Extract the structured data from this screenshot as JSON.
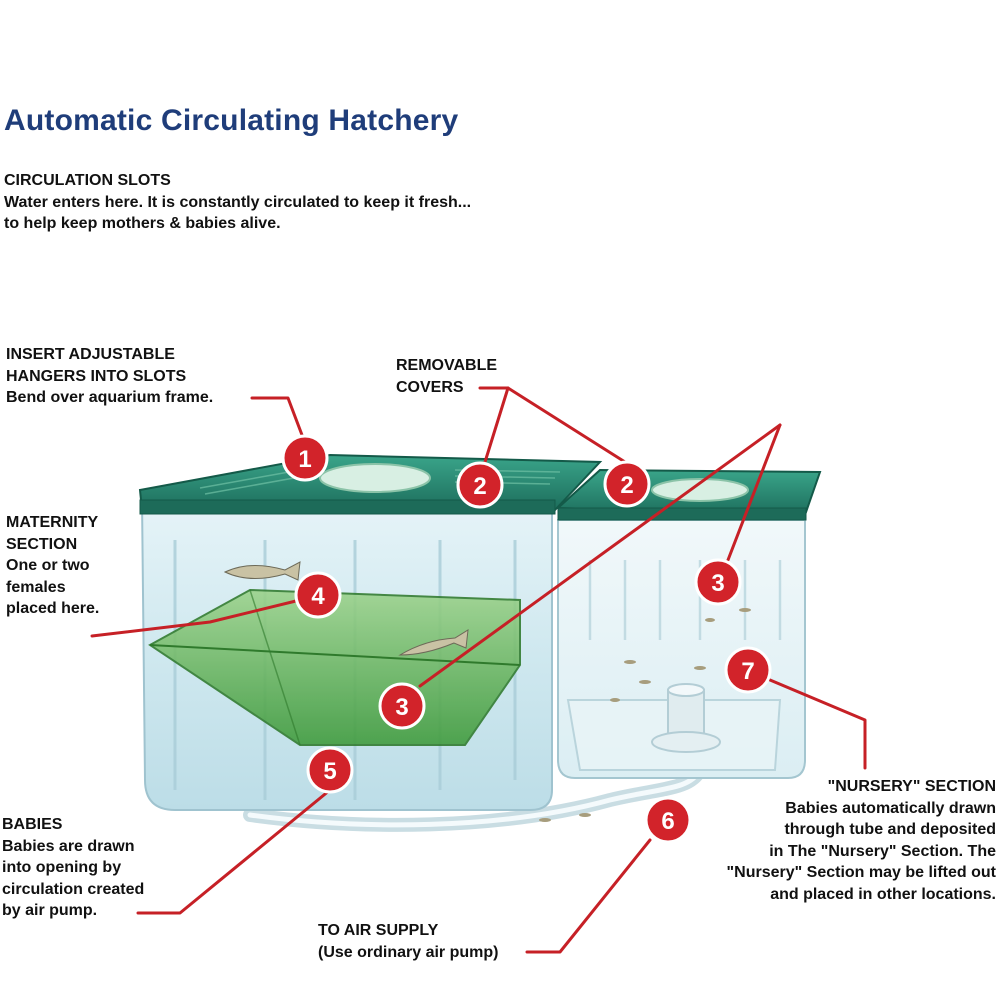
{
  "title": "Automatic Circulating Hatchery",
  "colors": {
    "title": "#1f3d7a",
    "badge": "#d2232a",
    "lid": "#2a8a6e",
    "green_tray": "#4faa45"
  },
  "labels": {
    "circulation_slots": {
      "heading": "CIRCULATION SLOTS",
      "line1": "Water enters here. It is constantly circulated to keep it fresh...",
      "line2": "to help keep mothers & babies alive."
    },
    "hangers": {
      "line1": "INSERT ADJUSTABLE",
      "line2": "HANGERS INTO SLOTS",
      "line3": "Bend over aquarium frame."
    },
    "covers": {
      "line1": "REMOVABLE",
      "line2": "COVERS"
    },
    "maternity": {
      "line1": "MATERNITY",
      "line2": "SECTION",
      "line3": "One or two",
      "line4": "females",
      "line5": "placed here."
    },
    "babies": {
      "line1": "BABIES",
      "line2": "Babies are drawn",
      "line3": "into opening by",
      "line4": "circulation created",
      "line5": "by air pump."
    },
    "air_supply": {
      "line1": "TO AIR SUPPLY",
      "line2": "(Use ordinary air pump)"
    },
    "nursery": {
      "line1": "\"NURSERY\" SECTION",
      "line2": "Babies automatically drawn",
      "line3": "through tube and deposited",
      "line4": "in The \"Nursery\" Section. The",
      "line5": "\"Nursery\" Section may be lifted out",
      "line6": "and placed in other locations."
    }
  },
  "badges": {
    "b1": "1",
    "b2a": "2",
    "b2b": "2",
    "b3a": "3",
    "b3b": "3",
    "b4": "4",
    "b5": "5",
    "b6": "6",
    "b7": "7"
  },
  "icons": [
    "hatchery-illustration",
    "fish-icon"
  ]
}
